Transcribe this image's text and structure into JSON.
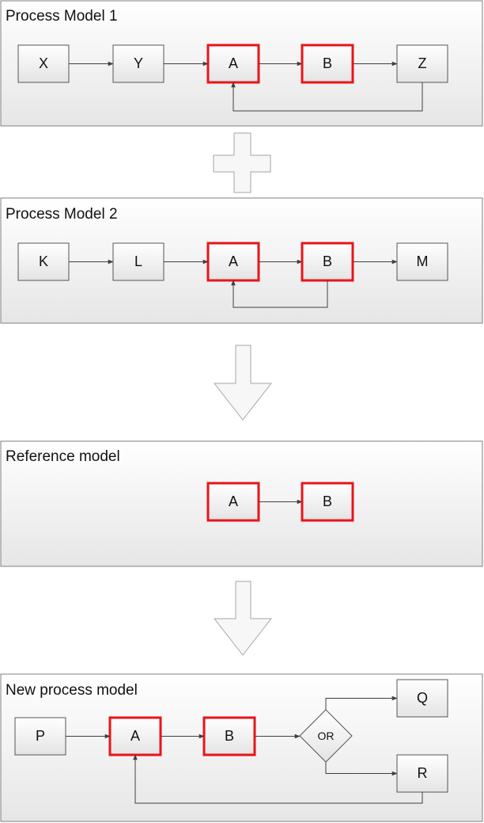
{
  "colors": {
    "panel_fill_top": "#ffffff",
    "panel_fill_bottom": "#e6e6e6",
    "panel_border": "#7f7f7f",
    "box_fill_top": "#ffffff",
    "box_fill_bottom": "#e4e4e4",
    "box_border": "#555555",
    "highlight_border": "#e8141a",
    "edge": "#404040",
    "big_arrow_fill": "#f7f7f7",
    "big_arrow_border": "#a6a6a6"
  },
  "icons": {
    "plus": "plus-symbol",
    "down": "down-arrow"
  },
  "panels": [
    {
      "title": "Process Model 1",
      "nodes": [
        "X",
        "Y",
        "A",
        "B",
        "Z"
      ],
      "highlighted": [
        "A",
        "B"
      ],
      "edges": [
        [
          "X",
          "Y"
        ],
        [
          "Y",
          "A"
        ],
        [
          "A",
          "B"
        ],
        [
          "B",
          "Z"
        ],
        [
          "Z",
          "A"
        ]
      ]
    },
    {
      "title": "Process Model 2",
      "nodes": [
        "K",
        "L",
        "A",
        "B",
        "M"
      ],
      "highlighted": [
        "A",
        "B"
      ],
      "edges": [
        [
          "K",
          "L"
        ],
        [
          "L",
          "A"
        ],
        [
          "A",
          "B"
        ],
        [
          "B",
          "M"
        ],
        [
          "B",
          "A"
        ]
      ]
    },
    {
      "title": "Reference model",
      "nodes": [
        "A",
        "B"
      ],
      "highlighted": [
        "A",
        "B"
      ],
      "edges": [
        [
          "A",
          "B"
        ]
      ]
    },
    {
      "title": "New process model",
      "nodes": [
        "P",
        "A",
        "B",
        "OR",
        "Q",
        "R"
      ],
      "highlighted": [
        "A",
        "B"
      ],
      "gateway": "OR",
      "edges": [
        [
          "P",
          "A"
        ],
        [
          "A",
          "B"
        ],
        [
          "B",
          "OR"
        ],
        [
          "OR",
          "Q"
        ],
        [
          "OR",
          "R"
        ],
        [
          "R",
          "A"
        ]
      ]
    }
  ]
}
